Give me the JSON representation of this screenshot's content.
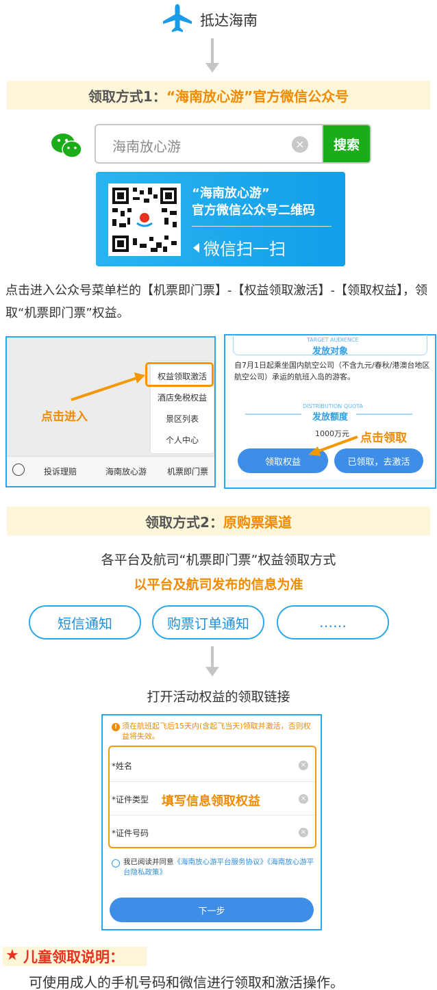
{
  "header": {
    "arrive": "抵达海南"
  },
  "method1": {
    "label": "领取方式1：",
    "value": "“海南放心游”官方微信公众号"
  },
  "search": {
    "query": "海南放心游",
    "clear": "×",
    "button": "搜索"
  },
  "qr_card": {
    "title1": "“海南放心游”",
    "title2": "官方微信公众号二维码",
    "scan": "微信扫一扫"
  },
  "instruction": "点击进入公众号菜单栏的【机票即门票】-【权益领取激活】-【领取权益】，领取“机票即门票”权益。",
  "shot1": {
    "menu": [
      "权益领取激活",
      "酒店免税权益",
      "景区列表",
      "个人中心"
    ],
    "tap_label": "点击进入",
    "bottom": [
      "投诉理赔",
      "海南放心游",
      "机票即门票"
    ]
  },
  "shot2": {
    "target_en": "TARGET AUDIENCE",
    "target_cn": "发放对象",
    "paragraph": "自7月1日起乘坐国内航空公司（不含九元/春秋/港澳台地区航空公司）承运的航班入岛的游客。",
    "dist_en": "DISTRIBUTION QUOTA",
    "dist_cn": "发放额度",
    "quota": "1000万元",
    "claim_btn": "领取权益",
    "claimed_btn": "已领取，去激活",
    "tap_claim": "点击领取"
  },
  "method2": {
    "label": "领取方式2：",
    "value": "原购票渠道"
  },
  "platform": {
    "line1": "各平台及航司“机票即门票”权益领取方式",
    "line2": "以平台及航司发布的信息为准"
  },
  "pills": [
    "短信通知",
    "购票订单通知",
    "……"
  ],
  "open_link": "打开活动权益的领取链接",
  "form": {
    "warning": "须在航班起飞后15天内(含起飞当天)领取并激活，否则权益将失效。",
    "fields": [
      "*姓名",
      "*证件类型",
      "*证件号码"
    ],
    "fill_label": "填写信息领取权益",
    "agree_prefix": "我已阅读并同意",
    "agree_link1": "《海南放心游平台服务协议》",
    "agree_link2": "《海南放心游平台隐私政策》",
    "next": "下一步"
  },
  "child": {
    "title": "儿童领取说明：",
    "text": "可使用成人的手机号码和微信进行领取和激活操作。"
  },
  "colors": {
    "orange": "#f08a00",
    "blue": "#2aa6ea",
    "green": "#1aad19",
    "red": "#e8311e"
  }
}
